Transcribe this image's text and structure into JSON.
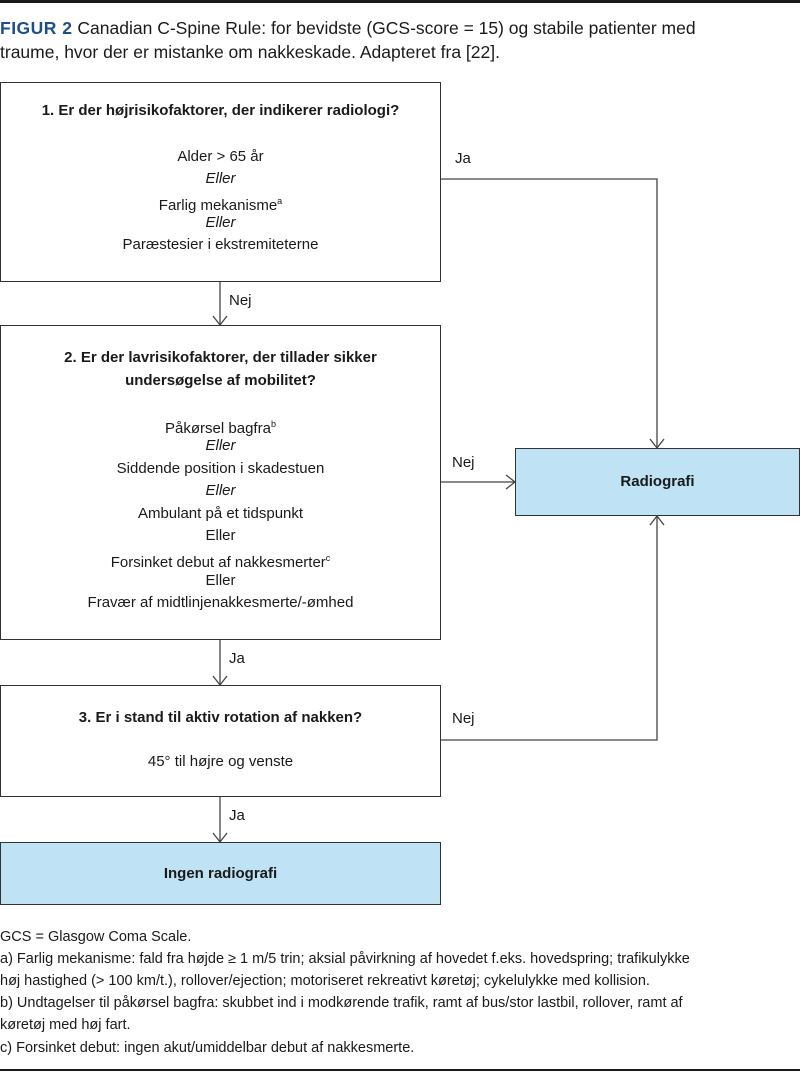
{
  "caption": {
    "label": "FIGUR 2",
    "line1": "Canadian C-Spine Rule: for bevidste (GCS-score = 15) og stabile patienter med",
    "line2": "traume, hvor der er mistanke om nakkeskade. Adapteret fra [22]."
  },
  "box1": {
    "question": "1. Er der højrisikofaktorer, der indikerer radiologi?",
    "items": [
      {
        "text": "Alder > 65 år",
        "sup": ""
      },
      {
        "text": "Eller",
        "sup": ""
      },
      {
        "text": "Farlig mekanisme",
        "sup": "a"
      },
      {
        "text": "Eller",
        "sup": ""
      },
      {
        "text": "Paræstesier i ekstremiteterne",
        "sup": ""
      }
    ]
  },
  "box2": {
    "question_line1": "2. Er der lavrisikofaktorer, der tillader sikker",
    "question_line2": "undersøgelse af mobilitet?",
    "items": [
      {
        "text": "Påkørsel bagfra",
        "sup": "b"
      },
      {
        "text": "Eller",
        "sup": ""
      },
      {
        "text": "Siddende position i skadestuen",
        "sup": ""
      },
      {
        "text": "Eller",
        "sup": ""
      },
      {
        "text": "Ambulant på et tidspunkt",
        "sup": ""
      },
      {
        "text": "Eller",
        "sup": ""
      },
      {
        "text": "Forsinket debut af nakkesmerter",
        "sup": "c"
      },
      {
        "text": "Eller",
        "sup": ""
      },
      {
        "text": "Fravær af midtlinjenakkesmerte/-ømhed",
        "sup": ""
      }
    ]
  },
  "box3": {
    "question": "3. Er i stand til aktiv rotation af nakken?",
    "detail": "45° til højre og venste"
  },
  "result_radiografi": "Radiografi",
  "result_ingen": "Ingen radiografi",
  "arrows": {
    "ja1": "Ja",
    "nej1": "Nej",
    "nej2": "Nej",
    "ja2": "Ja",
    "nej3": "Nej",
    "ja3": "Ja"
  },
  "footnotes": {
    "gcs": "GCS = Glasgow Coma Scale.",
    "a1": "a) Farlig mekanisme: fald fra højde ≥ 1 m/5 trin; aksial påvirkning af hovedet f.eks. hovedspring; trafikulykke",
    "a2": "høj hastighed (> 100 km/t.), rollover/ejection; motoriseret rekreativt køretøj; cykelulykke med kollision.",
    "b1": "b) Undtagelser til påkørsel bagfra: skubbet ind i modkørende trafik, ramt af bus/stor lastbil, rollover, ramt af",
    "b2": "køretøj med høj fart.",
    "c1": "c) Forsinket debut: ingen akut/umiddelbar debut af nakkesmerte."
  }
}
